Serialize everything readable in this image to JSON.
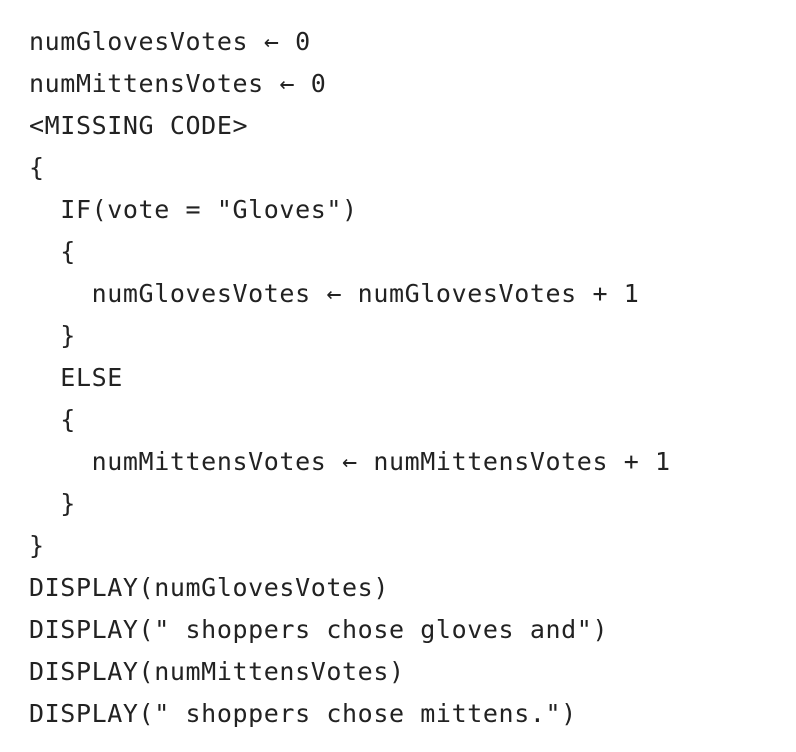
{
  "code": {
    "lines": [
      "numGlovesVotes ← 0",
      "numMittensVotes ← 0",
      "<MISSING CODE>",
      "{",
      "  IF(vote = \"Gloves\")",
      "  {",
      "    numGlovesVotes ← numGlovesVotes + 1",
      "  }",
      "  ELSE",
      "  {",
      "    numMittensVotes ← numMittensVotes + 1",
      "  }",
      "}",
      "DISPLAY(numGlovesVotes)",
      "DISPLAY(\" shoppers chose gloves and\")",
      "DISPLAY(numMittensVotes)",
      "DISPLAY(\" shoppers chose mittens.\")"
    ]
  }
}
